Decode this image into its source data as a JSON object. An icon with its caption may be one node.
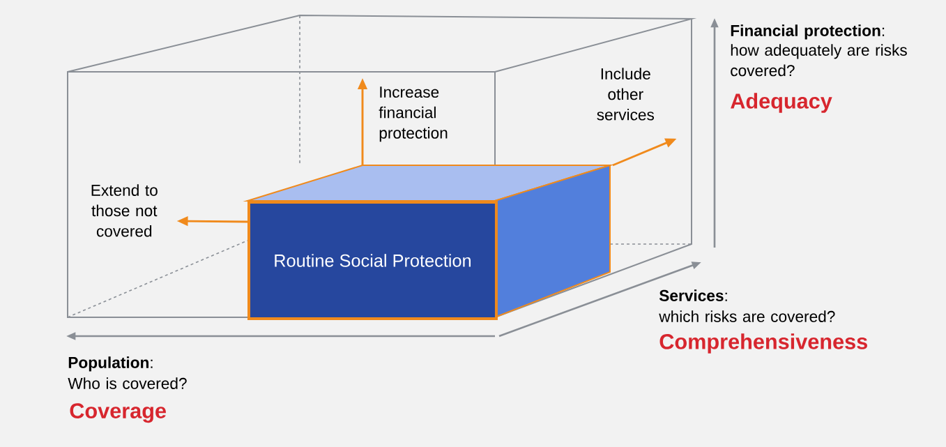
{
  "diagram": {
    "nodes": [
      {
        "text": [
          "Increase financial protection"
        ]
      },
      {
        "text": [
          "Include other services"
        ]
      },
      {
        "text": [
          "Extend to those not covered"
        ]
      },
      {
        "text": [
          "Routine Social Protection"
        ]
      }
    ],
    "edges": [
      {
        "from": 3,
        "to": 0,
        "arrow": "to"
      },
      {
        "from": 3,
        "to": 1,
        "arrow": "to"
      },
      {
        "from": 3,
        "to": 2,
        "arrow": "to"
      }
    ],
    "labels": [
      "**Financial protection**:",
      "how adequately are risks covered?",
      "Adequacy",
      "**Services**:",
      "which risks are covered?",
      "Comprehensiveness",
      "**Population**:",
      "Who is covered?",
      "Coverage"
    ]
  }
}
